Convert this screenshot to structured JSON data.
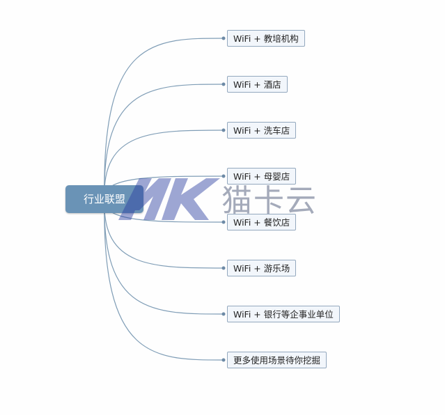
{
  "root": {
    "label": "行业联盟"
  },
  "branches": [
    {
      "label": "WiFi + 教培机构"
    },
    {
      "label": "WiFi + 酒店"
    },
    {
      "label": "WiFi + 洗车店"
    },
    {
      "label": "WiFi + 母婴店"
    },
    {
      "label": "WiFi + 餐饮店"
    },
    {
      "label": "WiFi + 游乐场"
    },
    {
      "label": "WiFi + 银行等企事业单位"
    },
    {
      "label": "更多使用场景待你挖掘"
    }
  ],
  "watermark": {
    "text": "猫卡云"
  },
  "colors": {
    "connector": "#7f9db6",
    "root_fill": "#6a93b6",
    "node_fill": "#f2f6fb",
    "node_border": "#93a8be"
  }
}
